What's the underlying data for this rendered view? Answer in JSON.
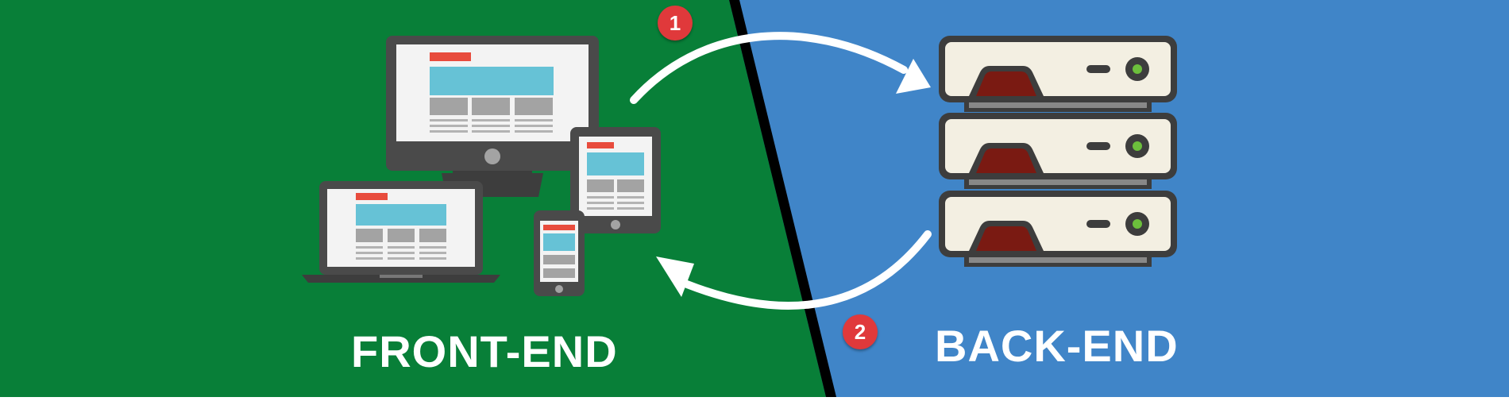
{
  "diagram": {
    "front_end_label": "FRONT-END",
    "back_end_label": "BACK-END",
    "steps": [
      {
        "number": "1",
        "direction": "front-end to back-end"
      },
      {
        "number": "2",
        "direction": "back-end to front-end"
      }
    ],
    "colors": {
      "front_end_background": "#087f38",
      "back_end_background": "#4085c8",
      "divider": "#000000",
      "arrow": "#ffffff",
      "badge": "#e0393b",
      "device_body": "#4a4a4a",
      "screen": "#f3f3f3",
      "screen_banner": "#66c2d6",
      "screen_header": "#e84c3d",
      "server_face": "#f3efe2",
      "server_frame": "#3d3d3d",
      "server_slot": "#7a1a12",
      "server_led": "#6cbf3c"
    },
    "icons": [
      "desktop-monitor-icon",
      "laptop-icon",
      "tablet-icon",
      "smartphone-icon",
      "server-rack-icon"
    ]
  }
}
